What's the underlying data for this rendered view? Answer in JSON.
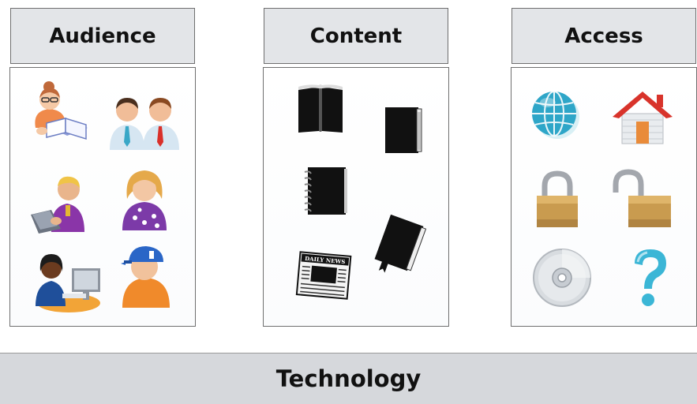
{
  "columns": [
    {
      "title": "Audience",
      "icons": [
        "teacher-reading-icon",
        "business-people-icon",
        "laptop-user-icon",
        "woman-icon",
        "computer-user-icon",
        "boy-with-cap-icon"
      ]
    },
    {
      "title": "Content",
      "icons": [
        "open-book-icon",
        "closed-book-icon",
        "spiral-notebook-icon",
        "book-with-bookmark-icon",
        "newspaper-icon"
      ],
      "newspaper_masthead": "DAILY NEWS"
    },
    {
      "title": "Access",
      "icons": [
        "globe-icon",
        "house-icon",
        "locked-padlock-icon",
        "unlocked-padlock-icon",
        "cd-disc-icon",
        "question-mark-icon"
      ]
    }
  ],
  "footer": {
    "title": "Technology"
  },
  "colors": {
    "header_bg": "#e3e5e8",
    "footer_bg": "#d6d8dc",
    "border": "#6f6f6f"
  }
}
